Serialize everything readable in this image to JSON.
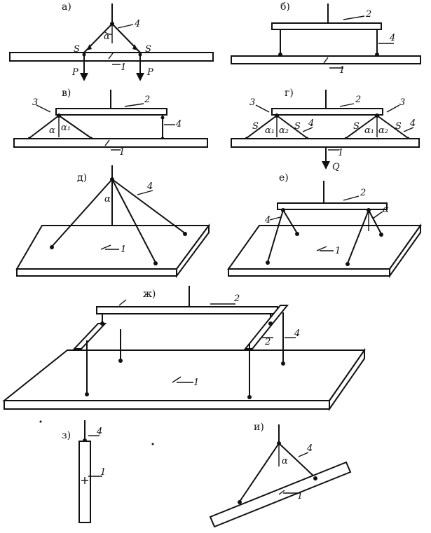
{
  "panels": {
    "a": {
      "caption": "а)",
      "labels": {
        "hook": "4",
        "angle": "α",
        "force_left": "S",
        "force_right": "S",
        "load_left": "P",
        "load_right": "P",
        "element": "1"
      }
    },
    "b": {
      "caption": "б)",
      "labels": {
        "beam": "2",
        "sling": "4",
        "element": "1"
      }
    },
    "v": {
      "caption": "в)",
      "labels": {
        "sling3": "3",
        "beam": "2",
        "alpha": "α",
        "alpha1": "α₁",
        "sling4": "4",
        "element": "1"
      }
    },
    "g": {
      "caption": "г)",
      "labels": {
        "sling3_left": "3",
        "beam": "2",
        "sling3_right": "3",
        "s1": "S",
        "a1": "α₁",
        "a2": "α₂",
        "s2": "S",
        "n4_left": "4",
        "s3": "S",
        "a3": "α₁",
        "a4": "α₂",
        "s4": "S",
        "n4_right": "4",
        "element": "1",
        "load": "Q"
      }
    },
    "d": {
      "caption": "д)",
      "labels": {
        "angle": "α",
        "sling": "4",
        "element": "1"
      }
    },
    "e": {
      "caption": "е)",
      "labels": {
        "beam": "2",
        "sling": "4",
        "angle": "α",
        "element": "1"
      }
    },
    "zh": {
      "caption": "ж)",
      "labels": {
        "beam_top": "2",
        "beam_side": "2",
        "sling": "4",
        "element": "1"
      }
    },
    "z": {
      "caption": "з)",
      "labels": {
        "sling": "4",
        "element": "1"
      }
    },
    "i": {
      "caption": "и)",
      "labels": {
        "angle": "α",
        "sling": "4",
        "element": "1"
      }
    }
  }
}
